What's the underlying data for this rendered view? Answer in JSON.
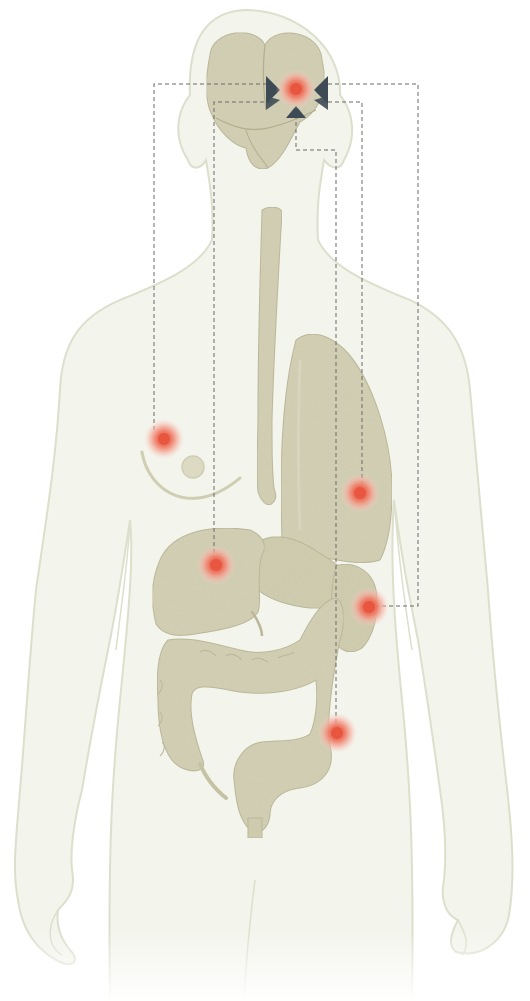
{
  "diagram": {
    "colors": {
      "body_fill": "#f3f4ec",
      "body_stroke": "#dcdfcb",
      "organ_fill": "#d6d3b8",
      "organ_shade": "#c9c6a6",
      "organ_stroke": "#b9b594",
      "connector": "#6a6a6a",
      "marker_outer": "#f7c3b6",
      "marker_mid": "#f1907a",
      "marker_core": "#e8563f",
      "arrow": "#3e4b55"
    },
    "sites": [
      {
        "name": "brain"
      },
      {
        "name": "breast"
      },
      {
        "name": "lung"
      },
      {
        "name": "liver"
      },
      {
        "name": "stomach"
      },
      {
        "name": "colon"
      }
    ]
  }
}
